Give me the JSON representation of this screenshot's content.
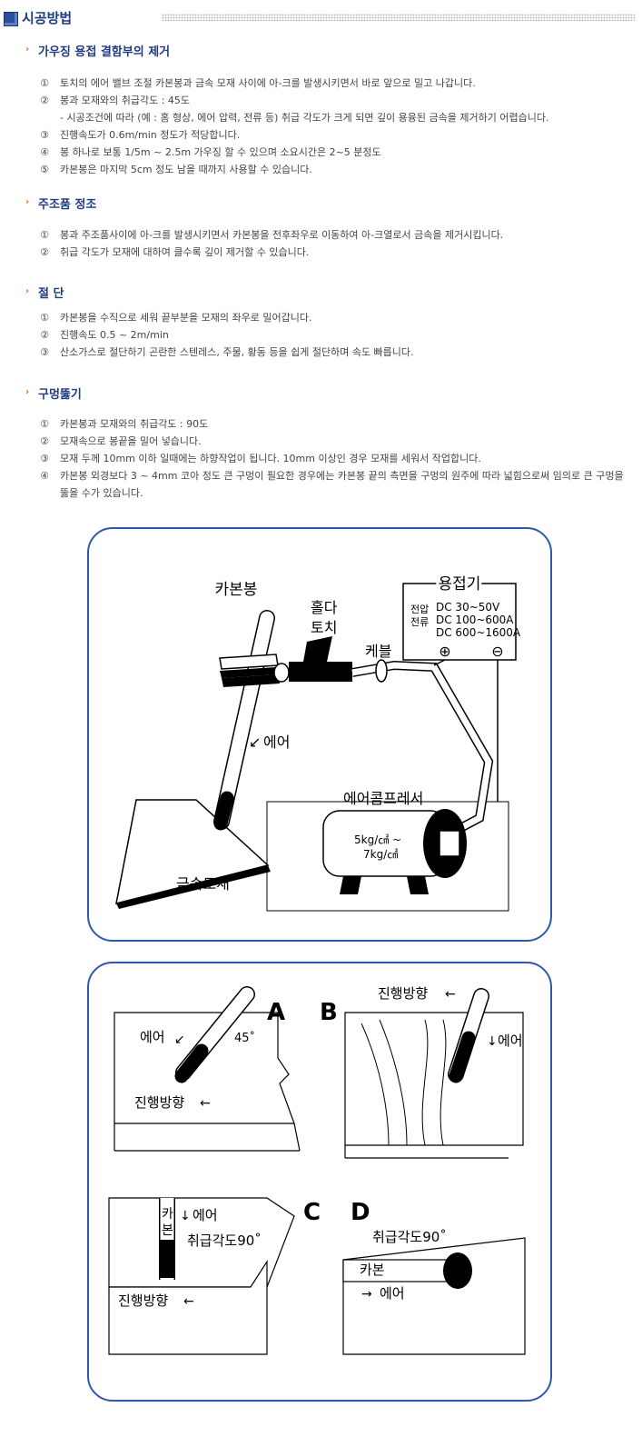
{
  "header": {
    "title": "시공방법"
  },
  "sections": [
    {
      "title": "가우징 용접 결함부의 제거",
      "items": [
        {
          "num": "①",
          "text": "토치의 에어 밸브 조절 카본봉과 금속 모재 사이에 아-크를 발생시키면서 바로 앞으로 밀고 나갑니다."
        },
        {
          "num": "②",
          "text": "봉과 모재와의 취급각도 : 45도"
        },
        {
          "num": "",
          "text": "- 시공조건에 따라 (예 : 홈 형상, 에어 압력, 전류 등) 취급 각도가 크게 되면 깊이 용융된 금속을 제거하기 어렵습니다."
        },
        {
          "num": "③",
          "text": "진행속도가 0.6m/min 정도가 적당합니다."
        },
        {
          "num": "④",
          "text": "봉 하나로 보통 1/5m ~ 2.5m 가우징 할 수 있으며 소요시간은 2~5 분정도"
        },
        {
          "num": "⑤",
          "text": "카본봉은 마지막 5cm 정도 남을 때까지 사용할 수 있습니다."
        }
      ]
    },
    {
      "title": "주조품 정조",
      "items": [
        {
          "num": "①",
          "text": "봉과 주조품사이에 아-크를 발생시키면서 카본봉을 전후좌우로 이동하여 아-크열로서 금속을 제거시킵니다."
        },
        {
          "num": "②",
          "text": "취급 각도가 모재에 대하여 클수록 깊이 제거할 수 있습니다."
        }
      ]
    },
    {
      "title": "절 단",
      "items": [
        {
          "num": "①",
          "text": "카본봉을 수직으로 세워 끝부분을 모재의 좌우로 밀어갑니다."
        },
        {
          "num": "②",
          "text": "진행속도 0.5 ~ 2m/min"
        },
        {
          "num": "③",
          "text": "산소가스로 절단하기 곤란한 스텐레스, 주물, 황동 등을 쉽게 절단하며 속도 빠릅니다."
        }
      ]
    },
    {
      "title": "구멍뚫기",
      "items": [
        {
          "num": "①",
          "text": "카본봉과 모재와의 취급각도 : 90도"
        },
        {
          "num": "②",
          "text": "모재속으로 봉끝을 밀어 넣습니다."
        },
        {
          "num": "③",
          "text": "모재 두께 10mm 이하 일때에는 하향작업이 됩니다. 10mm 이상인 경우 모재를 세워서 작업합니다."
        },
        {
          "num": "④",
          "text": "카본봉 외경보다 3 ~ 4mm 코아 정도 큰 구멍이 필요한 경우에는 카본봉 끝의 측면을 구멍의 원주에 따라 넓힘으로써 임의로 큰 구멍을 뚫을 수가 있습니다."
        }
      ]
    }
  ],
  "diagram1": {
    "carbon_rod": "카본봉",
    "holder": "홀다",
    "torch": "토치",
    "cable": "케블",
    "welder": "용접기",
    "voltage": "전압",
    "current": "전류",
    "dc1": "DC  30~50V",
    "dc2": "DC  100~600A",
    "dc3": "DC  600~1600A",
    "plus": "⊕",
    "minus": "⊖",
    "air": "에어",
    "compressor": "에어콤프레서",
    "pressure1": "5kg/㎠  ~",
    "pressure2": "7kg/㎠",
    "metal_base": "금속모재"
  },
  "diagram2": {
    "label_a": "A",
    "label_b": "B",
    "label_c": "C",
    "label_d": "D",
    "air": "에어",
    "angle45": "45˚",
    "direction": "진행방향",
    "carbon_c1": "카",
    "carbon_c2": "본",
    "angle90": "취급각도90˚",
    "carbon": "카본"
  }
}
